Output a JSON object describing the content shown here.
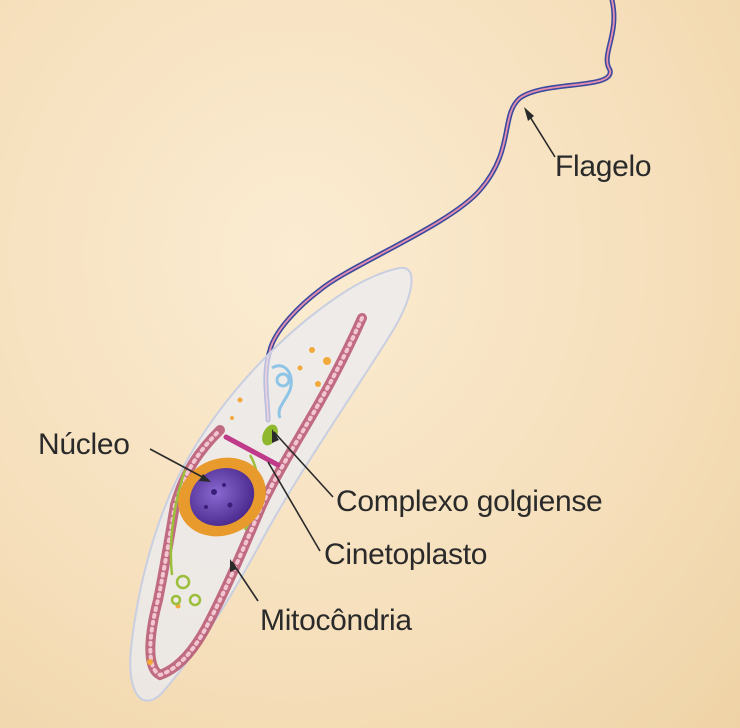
{
  "labels": {
    "flagelo": "Flagelo",
    "nucleo": "Núcleo",
    "complexo_golgiense": "Complexo golgiense",
    "cinetoplasto": "Cinetoplasto",
    "mitocondria": "Mitocôndria"
  },
  "colors": {
    "background": "#f6e0bd",
    "flagellum_outer": "#3b4a9e",
    "flagellum_inner": "#e58fb0",
    "cell_body": "#e9ecf4",
    "mitochondrion": "#b7556f",
    "nucleus": "#5a3aa0",
    "nucleus_envelope": "#e89a2c",
    "golgi": "#8fb82e",
    "kinetoplast": "#c03a8a"
  }
}
